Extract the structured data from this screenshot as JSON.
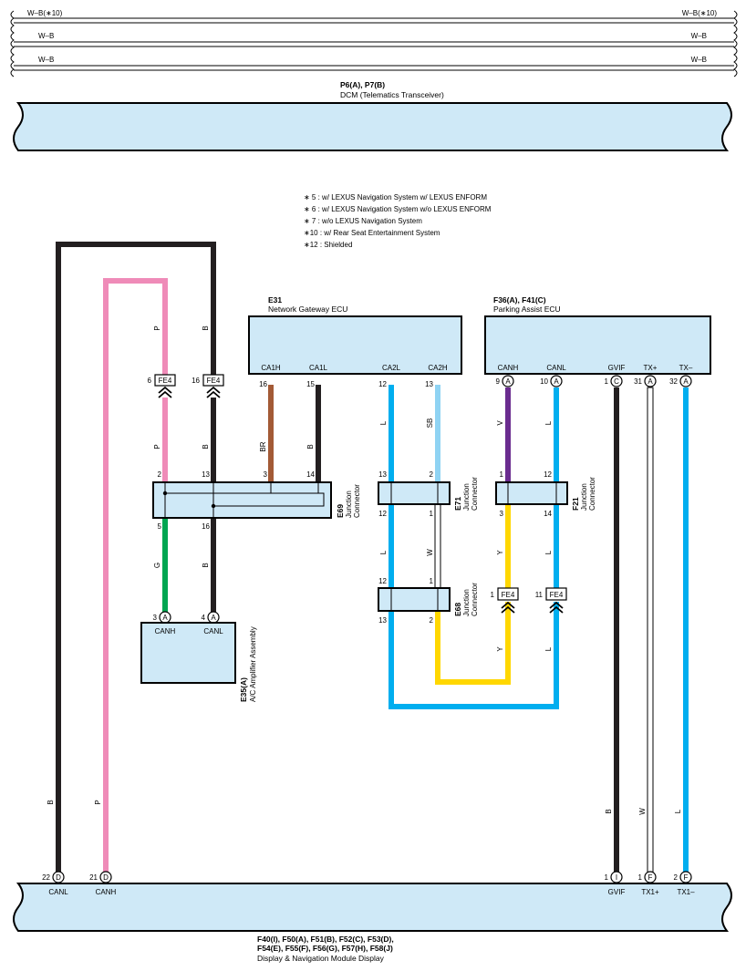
{
  "top_wires": [
    {
      "left": "W–B(∗10)",
      "right": "W–B(∗10)"
    },
    {
      "left": "W–B",
      "right": "W–B"
    },
    {
      "left": "W–B",
      "right": "W–B"
    }
  ],
  "dcm": {
    "code": "P6(A), P7(B)",
    "name": "DCM (Telematics Transceiver)"
  },
  "notes": [
    "∗ 5 : w/ LEXUS Navigation System w/ LEXUS ENFORM",
    "∗ 6 : w/ LEXUS Navigation System w/o LEXUS ENFORM",
    "∗ 7 : w/o LEXUS Navigation System",
    "∗10 : w/ Rear Seat Entertainment System",
    "∗12 : Shielded"
  ],
  "gateway": {
    "code": "E31",
    "name": "Network Gateway ECU",
    "pins": [
      {
        "name": "CA1H",
        "num": "16"
      },
      {
        "name": "CA1L",
        "num": "15"
      },
      {
        "name": "CA2L",
        "num": "12"
      },
      {
        "name": "CA2H",
        "num": "13"
      }
    ]
  },
  "parking": {
    "code": "F36(A), F41(C)",
    "name": "Parking Assist ECU",
    "pins": [
      {
        "name": "CANH",
        "num": "9",
        "conn": "A"
      },
      {
        "name": "CANL",
        "num": "10",
        "conn": "A"
      },
      {
        "name": "GVIF",
        "num": "1",
        "conn": "C"
      },
      {
        "name": "TX+",
        "num": "31",
        "conn": "A"
      },
      {
        "name": "TX–",
        "num": "32",
        "conn": "A"
      }
    ]
  },
  "fe4_connectors": [
    {
      "label": "FE4",
      "pin": "6"
    },
    {
      "label": "FE4",
      "pin": "16"
    },
    {
      "label": "FE4",
      "pin": "1"
    },
    {
      "label": "FE4",
      "pin": "11"
    }
  ],
  "e69": {
    "code": "E69",
    "label1": "Junction",
    "label2": "Connector",
    "top_pins": [
      "2",
      "13",
      "3",
      "14"
    ],
    "bottom_pins": [
      "5",
      "16"
    ]
  },
  "e71": {
    "code": "E71",
    "label1": "Junction",
    "label2": "Connector",
    "top_pins": [
      "13",
      "2"
    ],
    "bottom_pins": [
      "12",
      "1"
    ]
  },
  "e68": {
    "code": "E68",
    "label1": "Junction",
    "label2": "Connector",
    "top_pins": [
      "12",
      "1"
    ],
    "bottom_pins": [
      "13",
      "2"
    ]
  },
  "f21": {
    "code": "F21",
    "label1": "Junction",
    "label2": "Connector",
    "top_pins": [
      "1",
      "12"
    ],
    "bottom_pins": [
      "3",
      "14"
    ]
  },
  "amp": {
    "code": "E35(A)",
    "name": "A/C Amplifier Assembly",
    "pins": [
      {
        "name": "CANH",
        "num": "3",
        "conn": "A"
      },
      {
        "name": "CANL",
        "num": "4",
        "conn": "A"
      }
    ]
  },
  "display": {
    "code_line1": "F40(I), F50(A), F51(B), F52(C), F53(D),",
    "code_line2": "F54(E), F55(F), F56(G), F57(H), F58(J)",
    "name": "Display & Navigation Module Display",
    "pins": [
      {
        "name": "CANL",
        "num": "22",
        "conn": "D"
      },
      {
        "name": "CANH",
        "num": "21",
        "conn": "D"
      },
      {
        "name": "GVIF",
        "num": "1",
        "conn": "I"
      },
      {
        "name": "TX1+",
        "num": "1",
        "conn": "F"
      },
      {
        "name": "TX1–",
        "num": "2",
        "conn": "F"
      }
    ]
  },
  "wire_colors": {
    "B": "#231f20",
    "P": "#ef8bb8",
    "BR": "#a35a36",
    "L": "#00aeef",
    "SB": "#8fd3f3",
    "V": "#6a2c8f",
    "G": "#00a651",
    "W": "#ffffff",
    "Y": "#ffd700"
  },
  "wire_labels": {
    "p_upper": "P",
    "b_upper": "B",
    "p_mid": "P",
    "b_mid": "B",
    "br": "BR",
    "b_ca1l": "B",
    "l_ca2l": "L",
    "sb": "SB",
    "v": "V",
    "l_canl": "L",
    "g": "G",
    "b_amp": "B",
    "l_e71": "L",
    "w_e71": "W",
    "y_f21": "Y",
    "l_f21": "L",
    "y_low": "Y",
    "l_low": "L",
    "b_left": "B",
    "p_left": "P",
    "b_gvif": "B",
    "w_tx": "W",
    "l_tx": "L"
  }
}
